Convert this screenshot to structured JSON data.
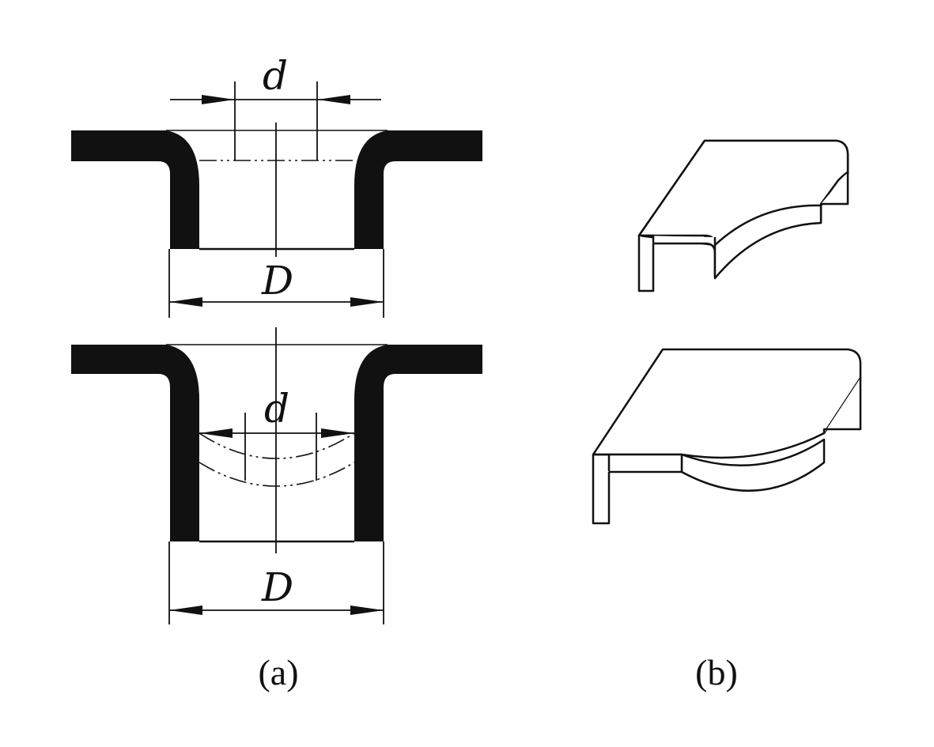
{
  "figure_a": {
    "top": {
      "inner_dimension_label": "d",
      "outer_dimension_label": "D"
    },
    "bottom": {
      "inner_dimension_label": "d",
      "outer_dimension_label": "D"
    },
    "caption": "(a)"
  },
  "figure_b": {
    "caption": "(b)"
  }
}
